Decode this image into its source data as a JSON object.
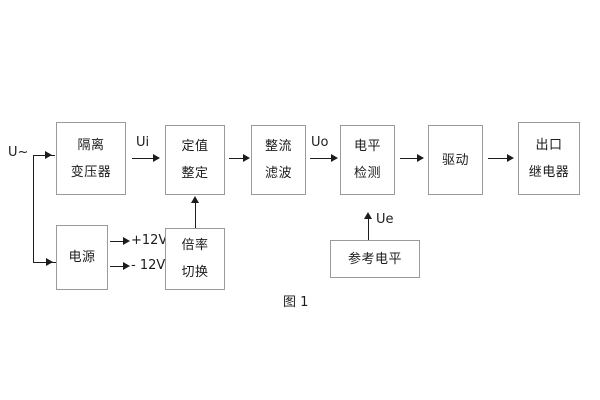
{
  "figure": {
    "caption": "图 1",
    "type": "block-diagram",
    "background_color": "#ffffff",
    "line_color": "#1c1c1c",
    "box_border_color": "#9a9a9a"
  },
  "blocks": [
    {
      "id": "isolation-transformer",
      "line1": "隔离",
      "line2": "变压器"
    },
    {
      "id": "setting-adjust",
      "line1": "定值",
      "line2": "整定"
    },
    {
      "id": "rectify-filter",
      "line1": "整流",
      "line2": "滤波"
    },
    {
      "id": "level-detect",
      "line1": "电平",
      "line2": "检测"
    },
    {
      "id": "driver",
      "line1": "驱动",
      "line2": ""
    },
    {
      "id": "output-relay",
      "line1": "出口",
      "line2": "继电器"
    },
    {
      "id": "power-supply",
      "line1": "电源",
      "line2": ""
    },
    {
      "id": "ratio-switch",
      "line1": "倍率",
      "line2": "切换"
    },
    {
      "id": "reference-level",
      "line1": "参考电平",
      "line2": ""
    }
  ],
  "labels": {
    "input_source": "U~",
    "signal_ui": "Ui",
    "signal_uo": "Uo",
    "signal_ue": "Ue",
    "supply_positive": "+12V",
    "supply_negative": "- 12V"
  }
}
